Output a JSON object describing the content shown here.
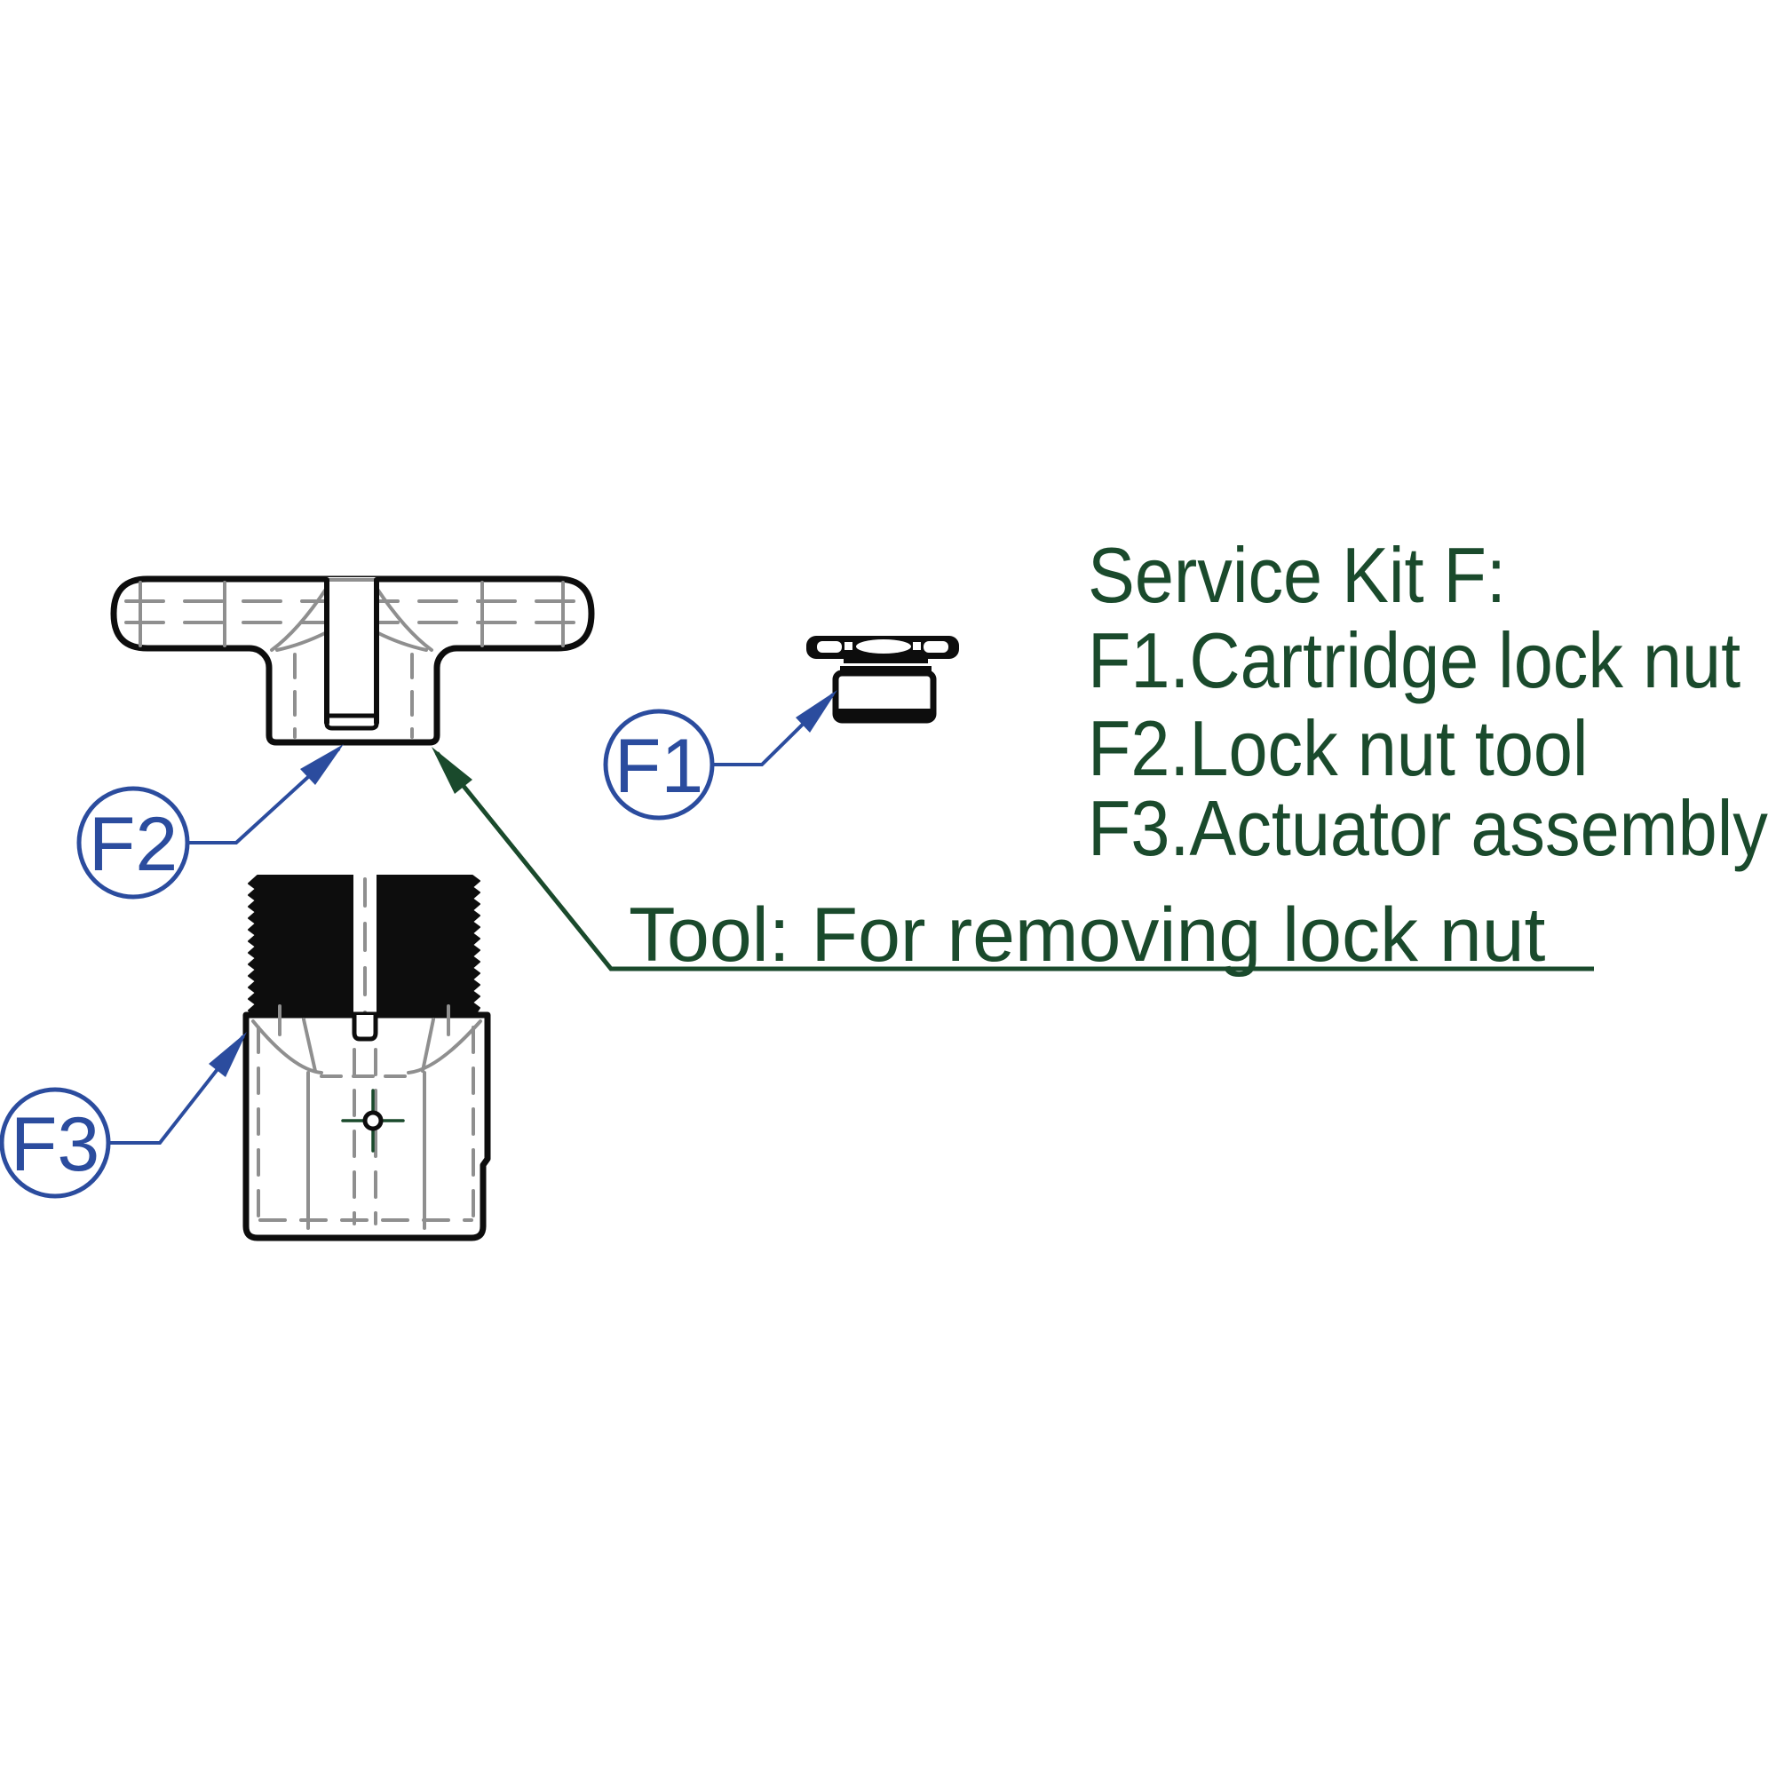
{
  "colors": {
    "accent_green": "#1a4a2c",
    "accent_blue": "#2b4c9e",
    "line_black": "#0d0d0d",
    "line_gray": "#8f8f8f"
  },
  "legend": {
    "lines": [
      "Service Kit F:",
      "F1.Cartridge lock nut",
      "F2.Lock nut tool",
      "F3.Actuator assembly"
    ]
  },
  "note": {
    "text": "Tool: For removing lock nut"
  },
  "balloons": [
    {
      "label": "F1"
    },
    {
      "label": "F2"
    },
    {
      "label": "F3"
    }
  ]
}
